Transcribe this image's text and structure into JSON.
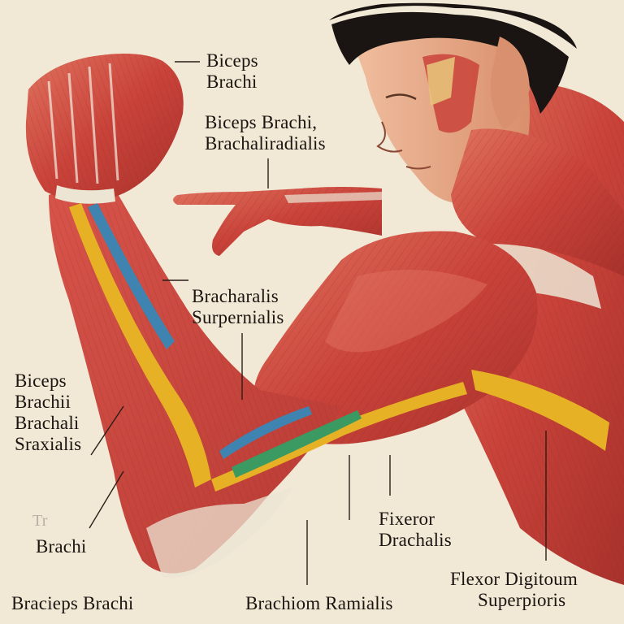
{
  "labels": {
    "top_biceps": [
      "Biceps",
      "Brachi"
    ],
    "top_brach": [
      "Biceps Brachi,",
      "Brachaliradialis"
    ],
    "mid_brach": [
      "Bracharalis",
      "Surpernialis"
    ],
    "left_group": [
      "Biceps",
      "Brachii",
      "Brachali",
      "Sraxialis"
    ],
    "left_faint": "Tr",
    "left_brachi": "Brachi",
    "bottom_left": "Bracieps Brachi",
    "bottom_mid": "Brachiom Ramialis",
    "right_flexor": [
      "Fixeror",
      "Drachalis"
    ],
    "bottom_right": [
      "Flexor Digitoum",
      "Superpioris"
    ]
  },
  "colors": {
    "background": "#f1e8d6",
    "muscle": "#c9433a",
    "muscle_light": "#e07060",
    "skin": "#e2a07e",
    "tendon": "#ece5d4",
    "yellow_band": "#e6b125",
    "blue_band": "#3f84b0",
    "green_band": "#3a9a62",
    "hair": "#1a1412"
  }
}
